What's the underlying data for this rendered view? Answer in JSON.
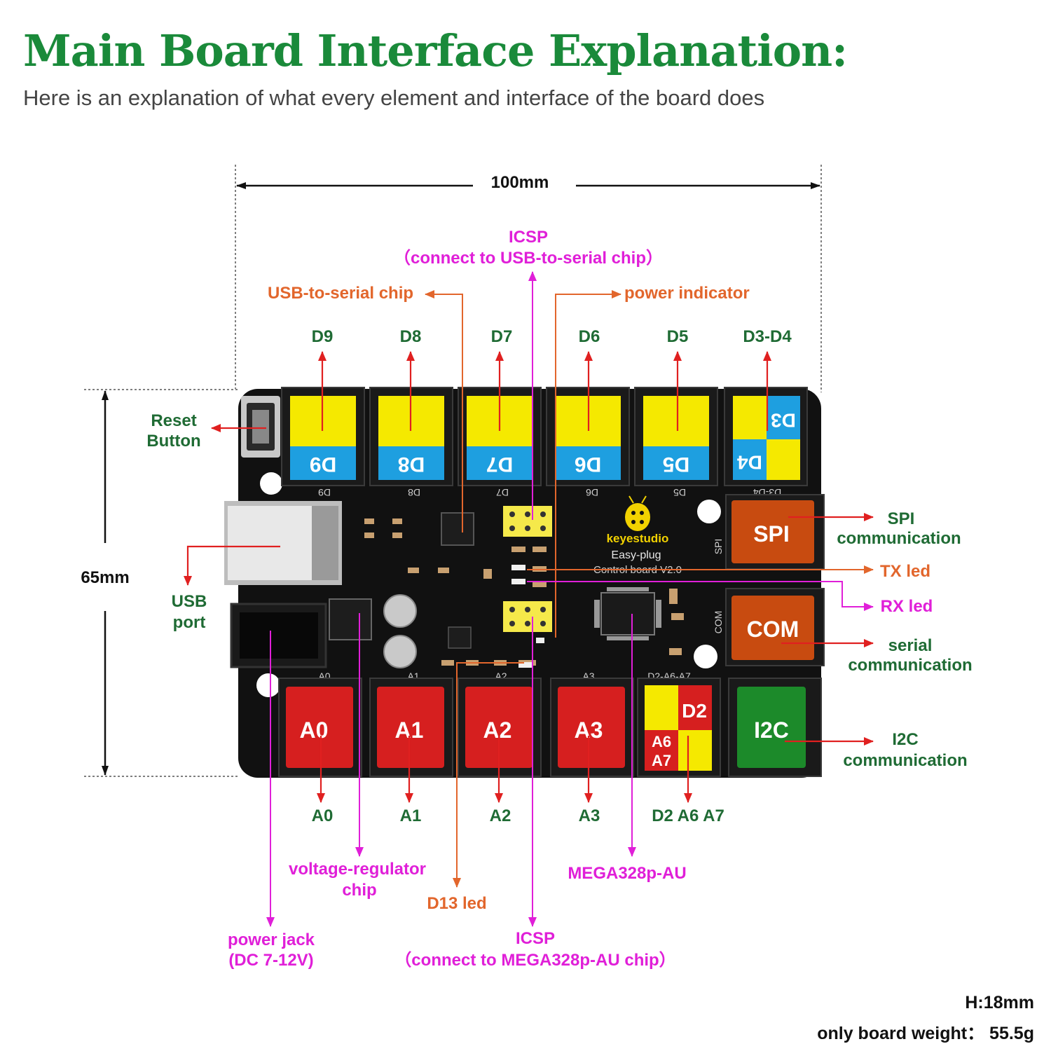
{
  "header": {
    "title": "Main Board Interface Explanation:",
    "subtitle": "Here is an explanation of what every element and interface of the board does"
  },
  "dimensions": {
    "width": "100mm",
    "height": "65mm"
  },
  "top_ports": [
    "D9",
    "D8",
    "D7",
    "D6",
    "D5",
    "D3-D4"
  ],
  "bottom_ports": [
    "A0",
    "A1",
    "A2",
    "A3",
    "D2 A6 A7"
  ],
  "module_labels": {
    "d9": "D9",
    "d8": "D8",
    "d7": "D7",
    "d6": "D6",
    "d5": "D5",
    "d3": "D3",
    "d4": "D4",
    "a0": "A0",
    "a1": "A1",
    "a2": "A2",
    "a3": "A3",
    "d2": "D2",
    "a6": "A6",
    "a7": "A7",
    "spi": "SPI",
    "com": "COM",
    "i2c": "I2C"
  },
  "silk": {
    "d9": "D9",
    "d8": "D8",
    "d7": "D7",
    "d6": "D6",
    "d5": "D5",
    "d3d4": "D3-D4",
    "a0": "A0",
    "a1": "A1",
    "a2": "A2",
    "a3": "A3",
    "d2a6a7": "D2-A6-A7",
    "spi": "SPI",
    "com": "COM",
    "brand": "keyestudio",
    "product": "Easy-plug",
    "version": "Control board V2.0"
  },
  "callouts": {
    "icsp_top_line1": "ICSP",
    "icsp_top_line2": "（connect to USB-to-serial chip）",
    "usb_serial": "USB-to-serial chip",
    "power_indicator": "power indicator",
    "reset_line1": "Reset",
    "reset_line2": "Button",
    "usb_port_line1": "USB",
    "usb_port_line2": "port",
    "spi_line1": "SPI",
    "spi_line2": "communication",
    "tx_led": "TX led",
    "rx_led": "RX led",
    "serial_line1": "serial",
    "serial_line2": "communication",
    "i2c_line1": "I2C",
    "i2c_line2": "communication",
    "vreg_line1": "voltage-regulator",
    "vreg_line2": "chip",
    "d13_led": "D13 led",
    "mega": "MEGA328p-AU",
    "power_jack_line1": "power jack",
    "power_jack_line2": "(DC 7-12V)",
    "icsp_bottom_line1": "ICSP",
    "icsp_bottom_line2": "（connect  to MEGA328p-AU chip）"
  },
  "footer": {
    "height": "H:18mm",
    "weight": "only board weight： 55.5g"
  },
  "colors": {
    "title_green": "#1a8a3a",
    "label_green": "#1f6b34",
    "orange": "#e2662c",
    "magenta": "#e01fd8",
    "arrow_red": "#e02020",
    "board": "#111111",
    "module_yellow": "#f5e900",
    "module_blue": "#1e9fe0",
    "module_red": "#d61f1f",
    "module_orange": "#c84b10",
    "module_green": "#1c8a2a"
  }
}
